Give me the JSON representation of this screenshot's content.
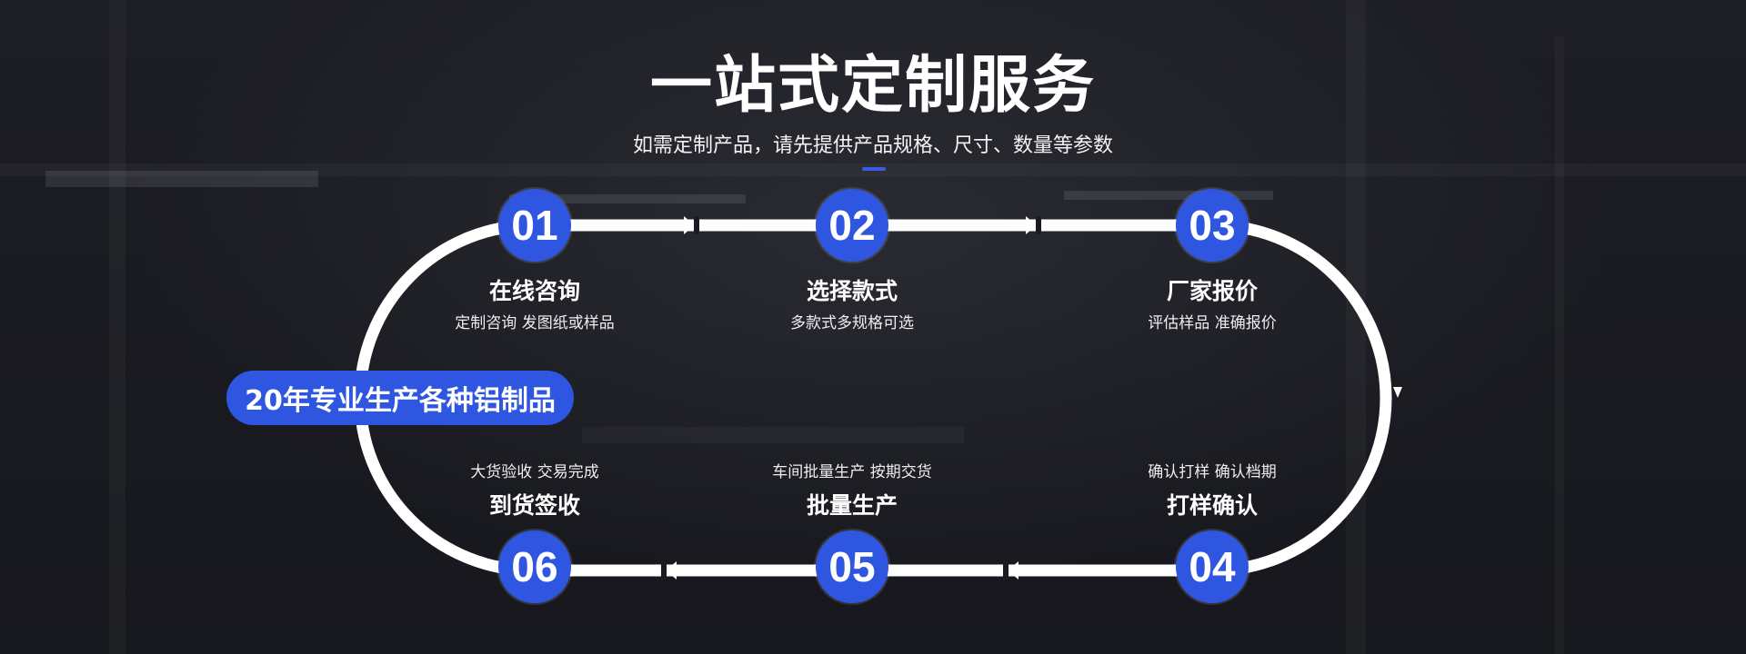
{
  "header": {
    "title": "一站式定制服务",
    "subtitle": "如需定制产品，请先提供产品规格、尺寸、数量等参数"
  },
  "badge": {
    "label": "20年专业生产各种铝制品"
  },
  "steps": [
    {
      "num": "01",
      "title": "在线咨询",
      "desc": "定制咨询 发图纸或样品"
    },
    {
      "num": "02",
      "title": "选择款式",
      "desc": "多款式多规格可选"
    },
    {
      "num": "03",
      "title": "厂家报价",
      "desc": "评估样品 准确报价"
    },
    {
      "num": "04",
      "title": "打样确认",
      "desc": "确认打样 确认档期"
    },
    {
      "num": "05",
      "title": "批量生产",
      "desc": "车间批量生产 按期交货"
    },
    {
      "num": "06",
      "title": "到货签收",
      "desc": "大货验收 交易完成"
    }
  ],
  "colors": {
    "accent": "#2f56e0",
    "track": "#ffffff"
  }
}
